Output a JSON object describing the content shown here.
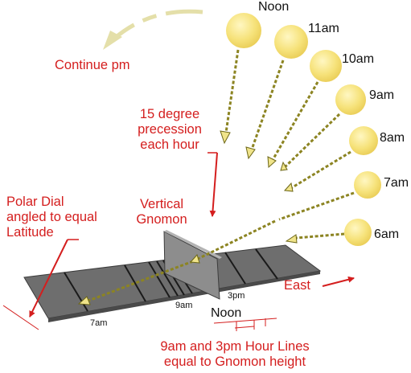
{
  "colors": {
    "annotation_red": "#d41e1e",
    "sun_fill": "#f6e27a",
    "ray_olive": "#8c8422",
    "arc_beige": "#e4dfa9",
    "dial_gray": "#6e6e6e"
  },
  "sun_labels": [
    "Noon",
    "11am",
    "10am",
    "9am",
    "8am",
    "7am",
    "6am"
  ],
  "annotations": {
    "continue_pm": "Continue pm",
    "precession": [
      "15 degree",
      "precession",
      "each hour"
    ],
    "vertical_gnomon": [
      "Vertical",
      "Gnomon"
    ],
    "polar_dial": [
      "Polar Dial",
      "angled to equal",
      "Latitude"
    ],
    "east": "East",
    "hour_lines": [
      "9am and 3pm Hour Lines",
      "equal to Gnomon height"
    ]
  },
  "dial_labels": {
    "nine_am": "9am",
    "three_pm": "3pm",
    "noon": "Noon",
    "seven_am": "7am"
  }
}
